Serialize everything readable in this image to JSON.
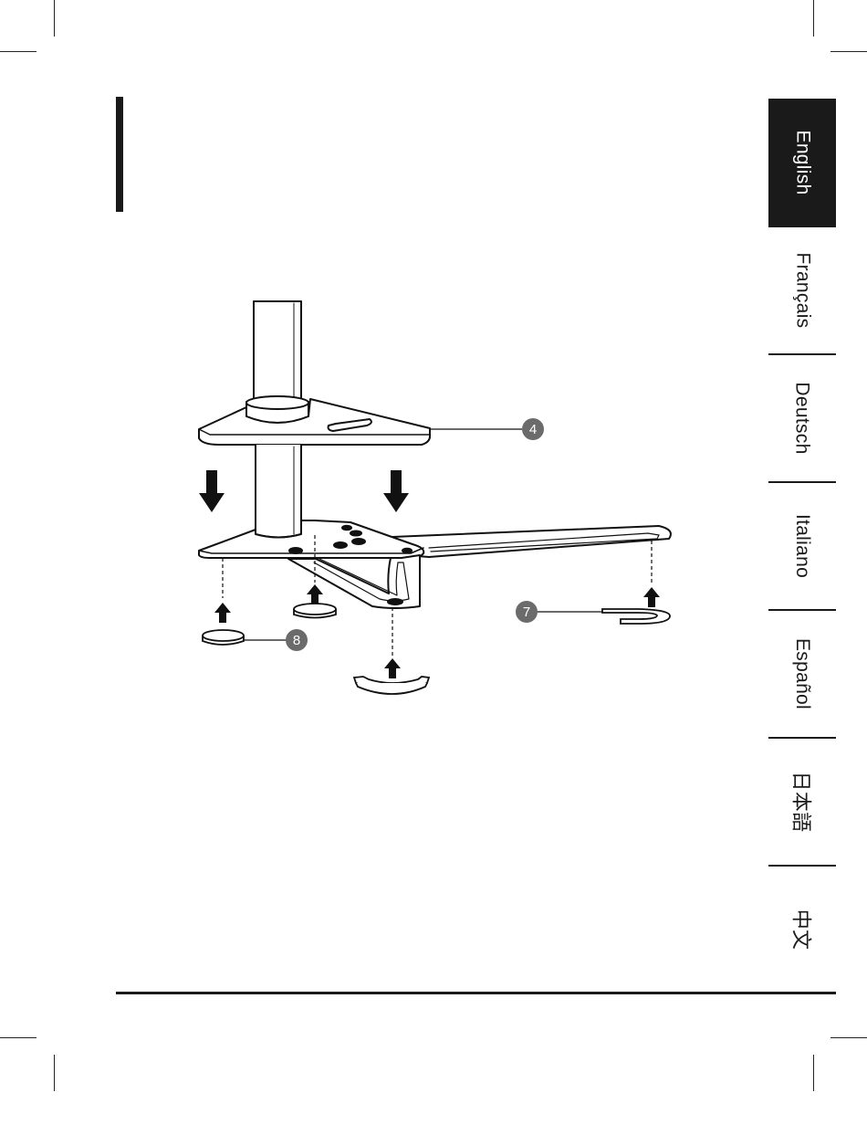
{
  "languages": [
    {
      "label": "English",
      "active": true
    },
    {
      "label": "Français",
      "active": false
    },
    {
      "label": "Deutsch",
      "active": false
    },
    {
      "label": "Italiano",
      "active": false
    },
    {
      "label": "Español",
      "active": false
    },
    {
      "label": "日本語",
      "active": false
    },
    {
      "label": "中文",
      "active": false
    }
  ],
  "diagram": {
    "callouts": [
      "4",
      "7",
      "8"
    ]
  }
}
